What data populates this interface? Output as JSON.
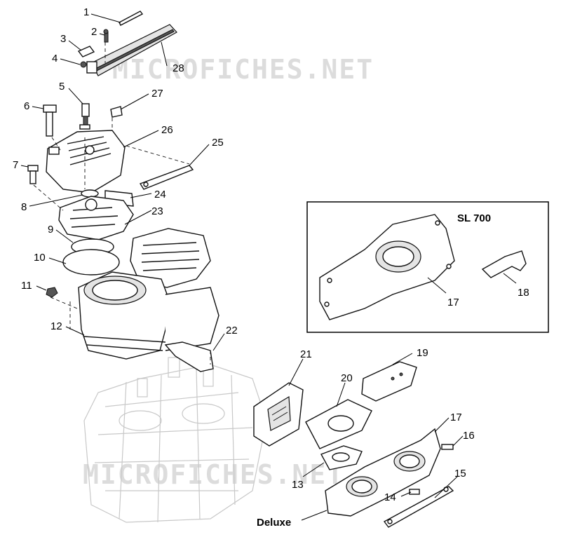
{
  "diagram": {
    "watermark_text": "MICROFICHES.NET",
    "inset_title": "SL 700",
    "variant_label": "Deluxe",
    "callouts": [
      {
        "id": "1",
        "label": "1"
      },
      {
        "id": "2",
        "label": "2"
      },
      {
        "id": "3",
        "label": "3"
      },
      {
        "id": "4",
        "label": "4"
      },
      {
        "id": "5",
        "label": "5"
      },
      {
        "id": "6",
        "label": "6"
      },
      {
        "id": "7",
        "label": "7"
      },
      {
        "id": "8",
        "label": "8"
      },
      {
        "id": "9",
        "label": "9"
      },
      {
        "id": "10",
        "label": "10"
      },
      {
        "id": "11",
        "label": "11"
      },
      {
        "id": "12",
        "label": "12"
      },
      {
        "id": "13",
        "label": "13"
      },
      {
        "id": "14",
        "label": "14"
      },
      {
        "id": "15",
        "label": "15"
      },
      {
        "id": "16",
        "label": "16"
      },
      {
        "id": "17a",
        "label": "17"
      },
      {
        "id": "17b",
        "label": "17"
      },
      {
        "id": "18",
        "label": "18"
      },
      {
        "id": "19",
        "label": "19"
      },
      {
        "id": "20",
        "label": "20"
      },
      {
        "id": "21",
        "label": "21"
      },
      {
        "id": "22",
        "label": "22"
      },
      {
        "id": "23",
        "label": "23"
      },
      {
        "id": "24",
        "label": "24"
      },
      {
        "id": "25",
        "label": "25"
      },
      {
        "id": "26",
        "label": "26"
      },
      {
        "id": "27",
        "label": "27"
      },
      {
        "id": "28",
        "label": "28"
      }
    ]
  }
}
